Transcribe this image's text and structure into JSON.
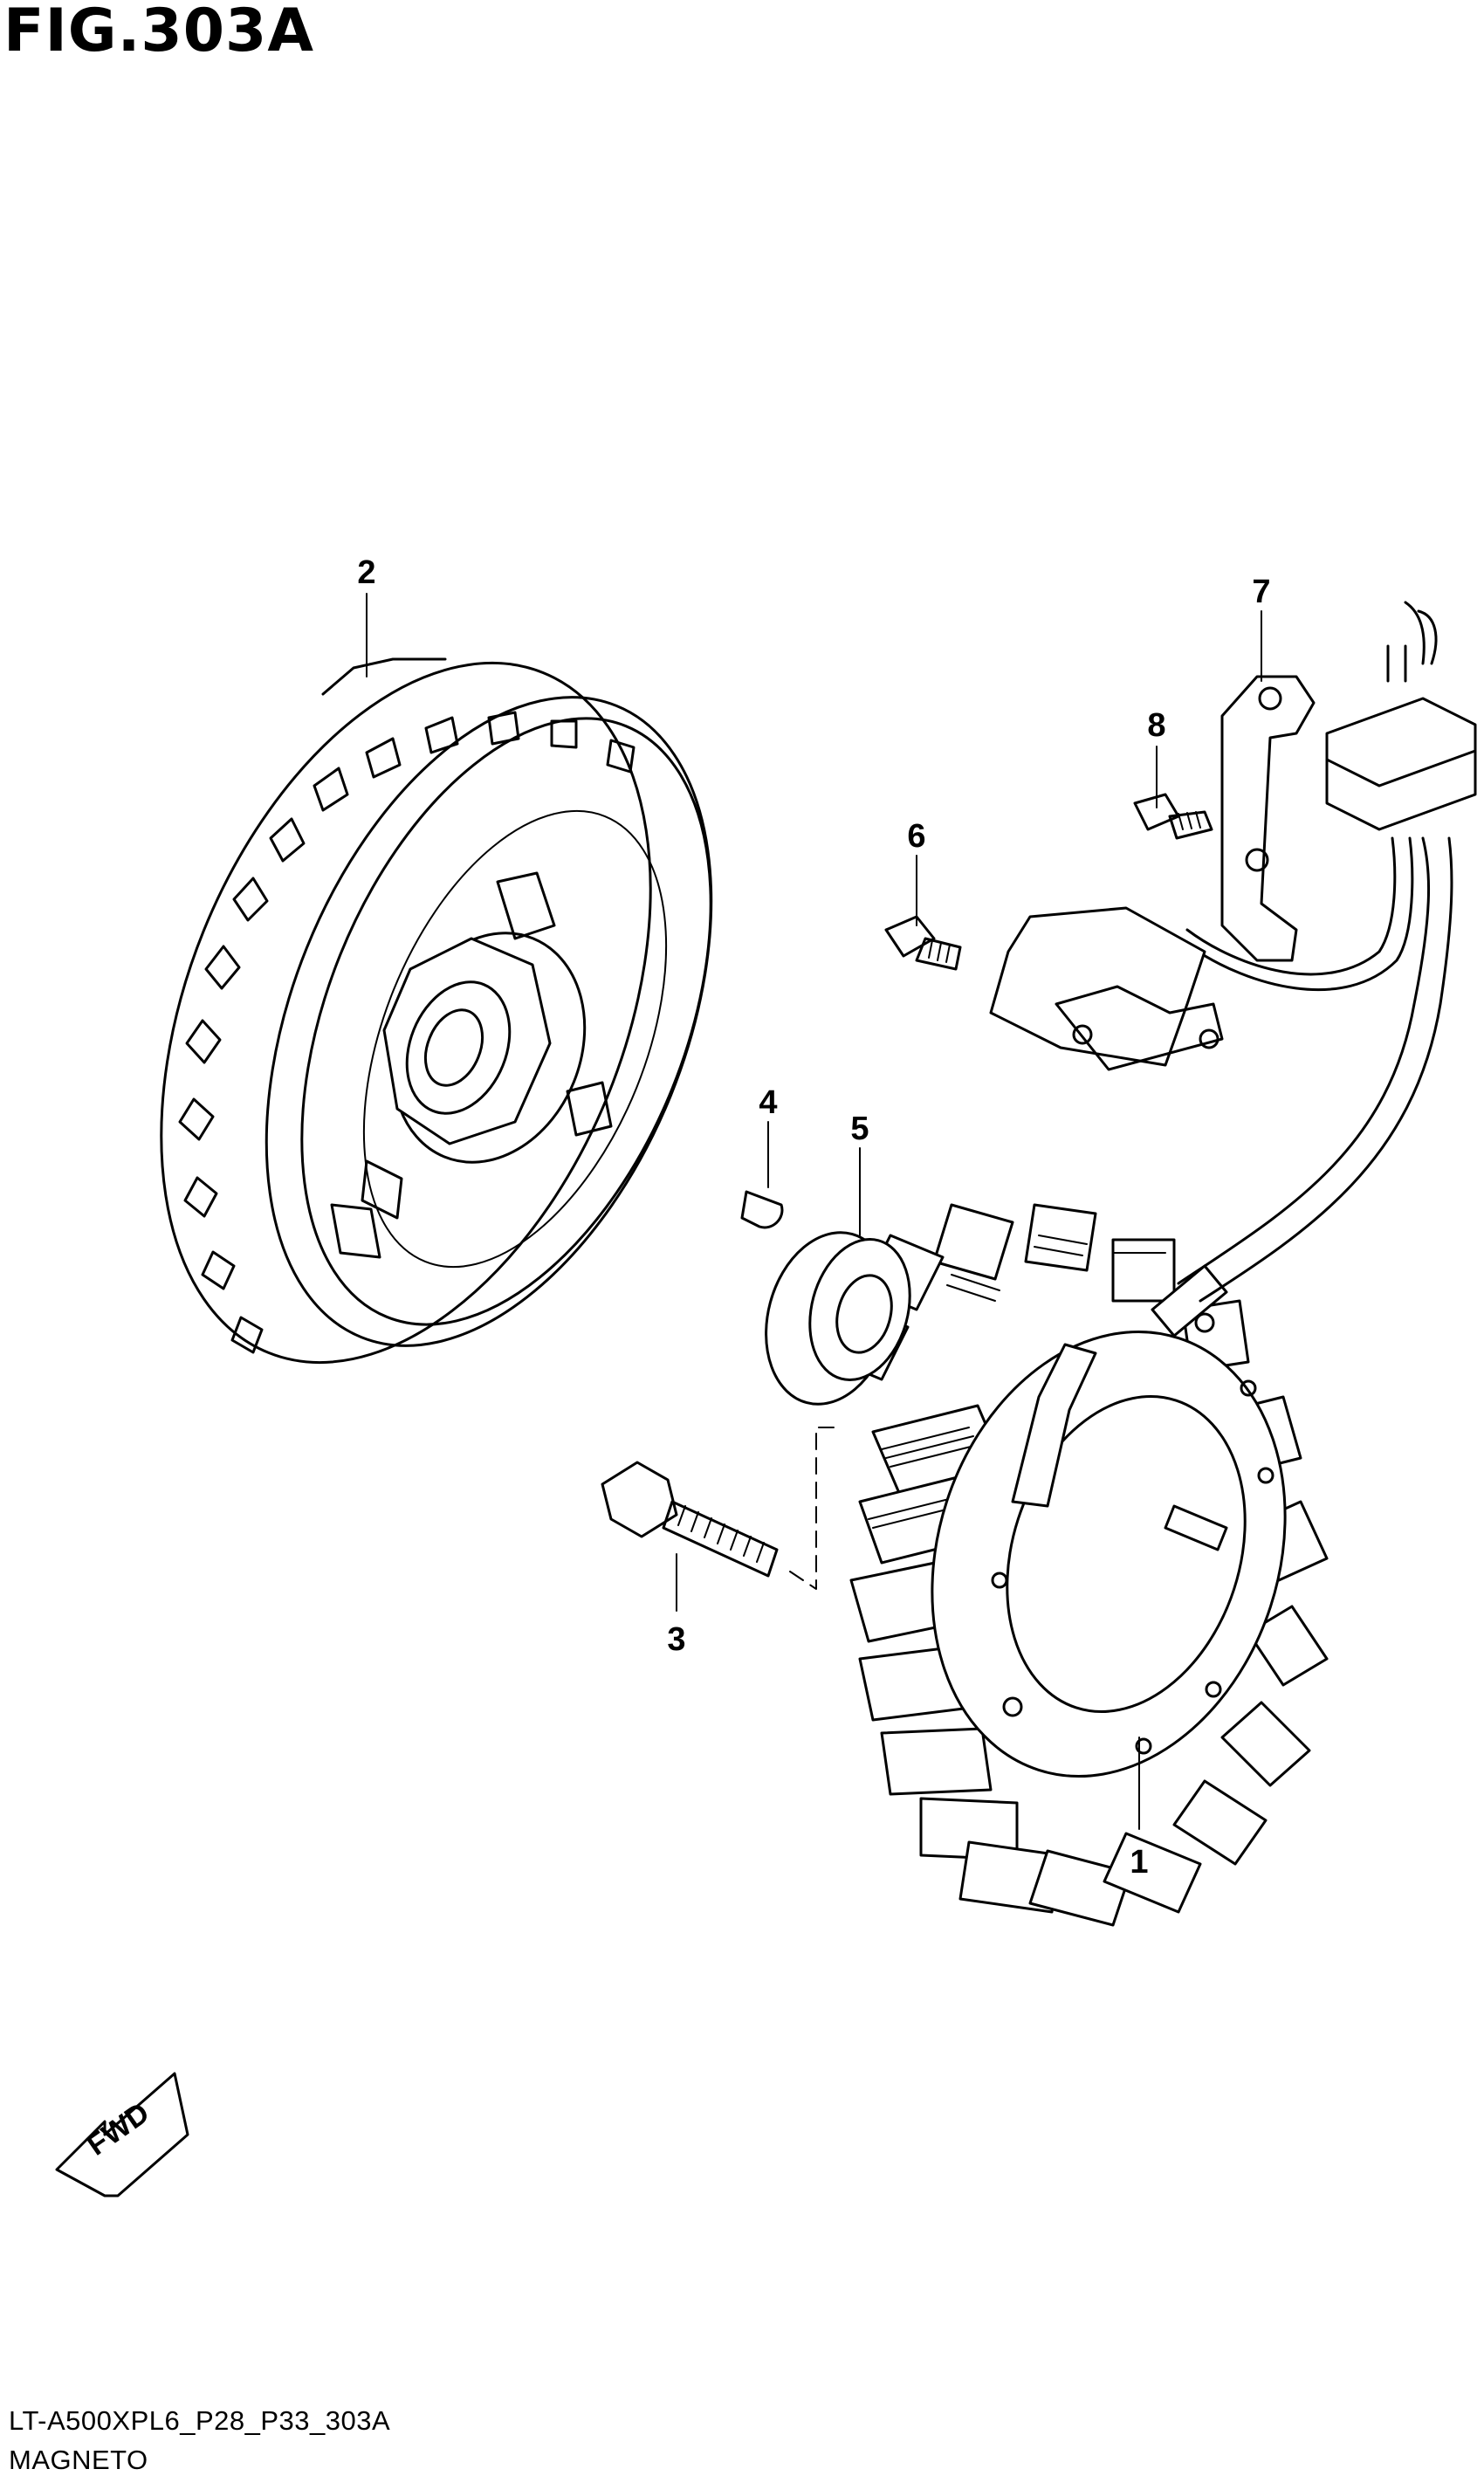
{
  "header": {
    "title": "FIG.303A"
  },
  "diagram": {
    "callouts": [
      {
        "id": "1",
        "label": "1"
      },
      {
        "id": "2",
        "label": "2"
      },
      {
        "id": "3",
        "label": "3"
      },
      {
        "id": "4",
        "label": "4"
      },
      {
        "id": "5",
        "label": "5"
      },
      {
        "id": "6",
        "label": "6"
      },
      {
        "id": "7",
        "label": "7"
      },
      {
        "id": "8",
        "label": "8"
      }
    ],
    "direction_arrow": {
      "label": "FWD"
    }
  },
  "footer": {
    "code": "LT-A500XPL6_P28_P33_303A",
    "name": "MAGNETO"
  }
}
